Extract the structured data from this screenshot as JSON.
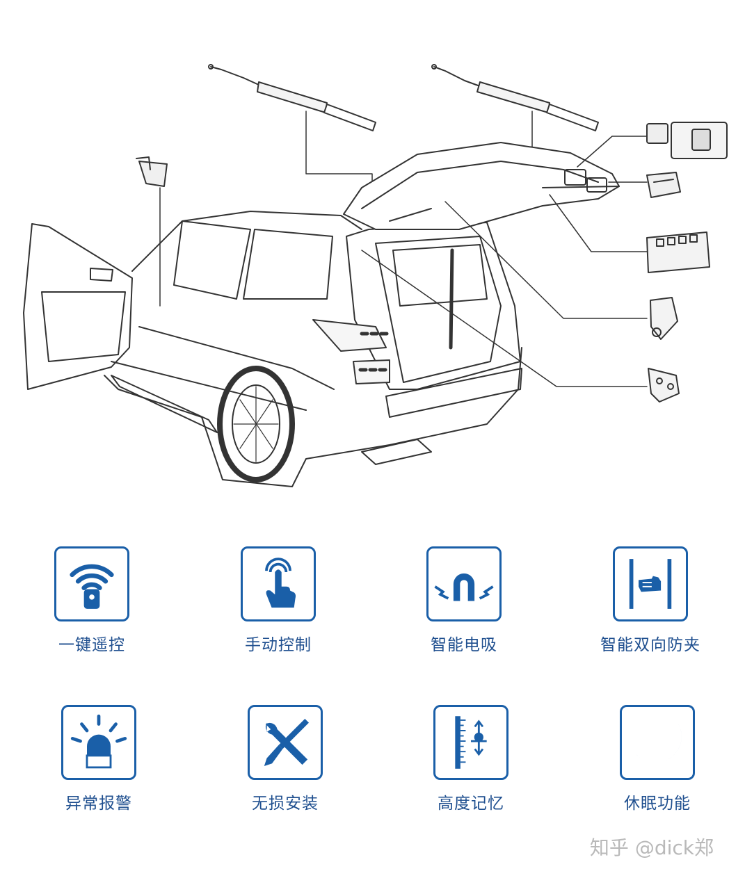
{
  "features": [
    {
      "label": "一键遥控",
      "icon": "remote-wifi-icon"
    },
    {
      "label": "手动控制",
      "icon": "hand-tap-icon"
    },
    {
      "label": "智能电吸",
      "icon": "magnet-icon"
    },
    {
      "label": "智能双向防夹",
      "icon": "anti-pinch-hand-icon"
    },
    {
      "label": "异常报警",
      "icon": "alarm-beacon-icon"
    },
    {
      "label": "无损安装",
      "icon": "wrench-screwdriver-icon"
    },
    {
      "label": "高度记忆",
      "icon": "height-ruler-icon"
    },
    {
      "label": "休眠功能",
      "icon": "crescent-moon-icon"
    }
  ],
  "watermark": "知乎 @dick郑",
  "colors": {
    "accent": "#1a5fa8",
    "label": "#1f4f8f",
    "line": "#333333"
  }
}
